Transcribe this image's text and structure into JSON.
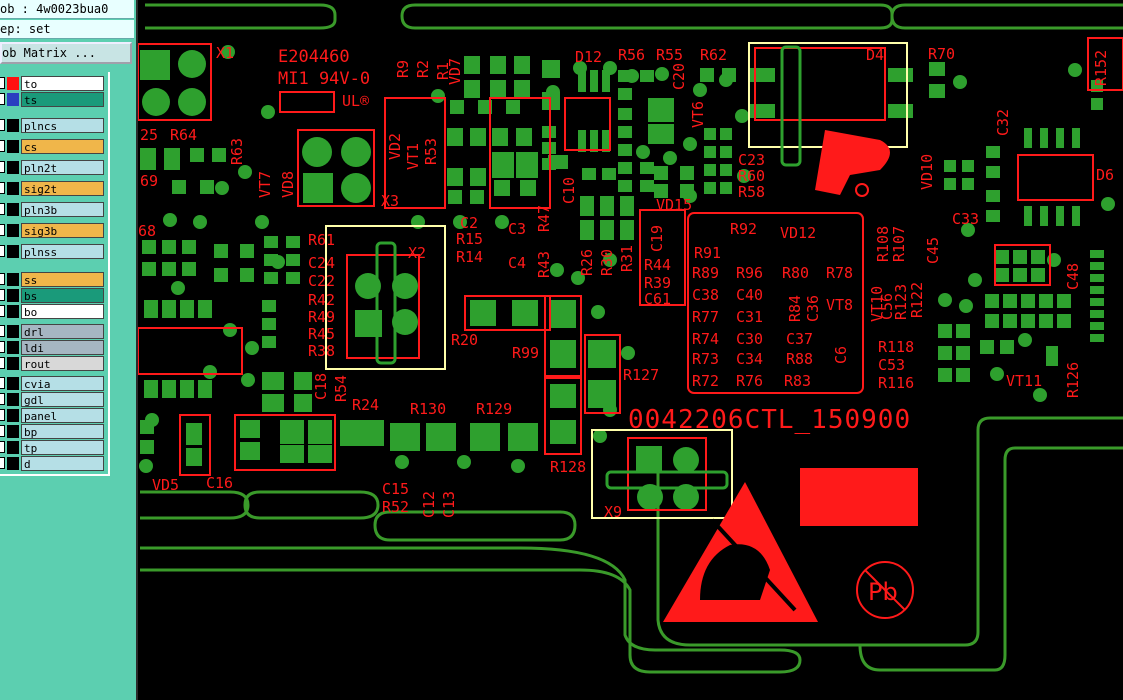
{
  "panel": {
    "job_line": "ob : 4w0023bua0",
    "step_line": "ep: set",
    "matrix_button": "ob Matrix ..."
  },
  "layers": [
    {
      "name": "to",
      "bg": "#ffffff",
      "swatch": "#ff1010"
    },
    {
      "name": "ts",
      "bg": "#1a9a7a",
      "swatch": "#2a40c0"
    },
    {
      "name": "plncs",
      "bg": "#b5dfe6",
      "swatch": "#000000"
    },
    {
      "name": "cs",
      "bg": "#f0b64a",
      "swatch": "#000000"
    },
    {
      "name": "pln2t",
      "bg": "#b5dfe6",
      "swatch": "#000000"
    },
    {
      "name": "sig2t",
      "bg": "#f0b64a",
      "swatch": "#000000"
    },
    {
      "name": "pln3b",
      "bg": "#b5dfe6",
      "swatch": "#000000"
    },
    {
      "name": "sig3b",
      "bg": "#f0b64a",
      "swatch": "#000000"
    },
    {
      "name": "plnss",
      "bg": "#b5dfe6",
      "swatch": "#000000"
    },
    {
      "name": "ss",
      "bg": "#f0b64a",
      "swatch": "#000000"
    },
    {
      "name": "bs",
      "bg": "#1a9a7a",
      "swatch": "#000000"
    },
    {
      "name": "bo",
      "bg": "#ffffff",
      "swatch": "#000000"
    },
    {
      "name": "drl",
      "bg": "#a6b6c2",
      "swatch": "#000000"
    },
    {
      "name": "ldi",
      "bg": "#a6b6c2",
      "swatch": "#000000"
    },
    {
      "name": "rout",
      "bg": "#d8d8d8",
      "swatch": "#000000"
    },
    {
      "name": "cvia",
      "bg": "#b5dfe6",
      "swatch": "#000000"
    },
    {
      "name": "gdl",
      "bg": "#b5dfe6",
      "swatch": "#000000"
    },
    {
      "name": "panel",
      "bg": "#b5dfe6",
      "swatch": "#000000"
    },
    {
      "name": "bp",
      "bg": "#b5dfe6",
      "swatch": "#000000"
    },
    {
      "name": "tp",
      "bg": "#b5dfe6",
      "swatch": "#000000"
    },
    {
      "name": "d",
      "bg": "#b5dfe6",
      "swatch": "#000000"
    }
  ],
  "colors": {
    "silkscreen": "#ff1a1a",
    "copper": "#2ea02e",
    "outline": "#3a9a2a",
    "highlight": "#ffffaa",
    "background": "#000000"
  },
  "board": {
    "ul_number": "E204460",
    "ul_rating": "MI1 94V-0",
    "part_number": "0042206CTL_150900",
    "ul_mark": "UL®",
    "pb_mark": "Pb"
  },
  "components": [
    {
      "id": "x1",
      "label": "X1"
    },
    {
      "id": "x2",
      "label": "X2"
    },
    {
      "id": "x3",
      "label": "X3"
    },
    {
      "id": "x9",
      "label": "X9"
    },
    {
      "id": "d4",
      "label": "D4"
    },
    {
      "id": "d6",
      "label": "D6"
    },
    {
      "id": "d12",
      "label": "D12"
    },
    {
      "id": "vd2",
      "label": "VD2"
    },
    {
      "id": "vd5",
      "label": "VD5"
    },
    {
      "id": "vd7",
      "label": "VD7"
    },
    {
      "id": "vd8",
      "label": "VD8"
    },
    {
      "id": "vd10",
      "label": "VD10"
    },
    {
      "id": "vd12",
      "label": "VD12"
    },
    {
      "id": "vd15",
      "label": "VD15"
    },
    {
      "id": "vt1",
      "label": "VT1"
    },
    {
      "id": "vt6",
      "label": "VT6"
    },
    {
      "id": "vt7",
      "label": "VT7"
    },
    {
      "id": "vt8",
      "label": "VT8"
    },
    {
      "id": "vt10",
      "label": "VT10"
    },
    {
      "id": "vt11",
      "label": "VT11"
    },
    {
      "id": "r1",
      "label": "R1"
    },
    {
      "id": "r2",
      "label": "R2"
    },
    {
      "id": "r9",
      "label": "R9"
    },
    {
      "id": "r14",
      "label": "R14"
    },
    {
      "id": "r15",
      "label": "R15"
    },
    {
      "id": "r20",
      "label": "R20"
    },
    {
      "id": "r24",
      "label": "R24"
    },
    {
      "id": "r26",
      "label": "R26"
    },
    {
      "id": "r30",
      "label": "R30"
    },
    {
      "id": "r31",
      "label": "R31"
    },
    {
      "id": "r38",
      "label": "R38"
    },
    {
      "id": "r39",
      "label": "R39"
    },
    {
      "id": "r42",
      "label": "R42"
    },
    {
      "id": "r43",
      "label": "R43"
    },
    {
      "id": "r44",
      "label": "R44"
    },
    {
      "id": "r45",
      "label": "R45"
    },
    {
      "id": "r47",
      "label": "R47"
    },
    {
      "id": "r49",
      "label": "R49"
    },
    {
      "id": "r52",
      "label": "R52"
    },
    {
      "id": "r53",
      "label": "R53"
    },
    {
      "id": "r54",
      "label": "R54"
    },
    {
      "id": "r55",
      "label": "R55"
    },
    {
      "id": "r56",
      "label": "R56"
    },
    {
      "id": "r58",
      "label": "R58"
    },
    {
      "id": "r60",
      "label": "R60"
    },
    {
      "id": "r61",
      "label": "R61"
    },
    {
      "id": "r62",
      "label": "R62"
    },
    {
      "id": "r63",
      "label": "R63"
    },
    {
      "id": "r64",
      "label": "R64"
    },
    {
      "id": "r70",
      "label": "R70"
    },
    {
      "id": "r72",
      "label": "R72"
    },
    {
      "id": "r73",
      "label": "R73"
    },
    {
      "id": "r74",
      "label": "R74"
    },
    {
      "id": "r76",
      "label": "R76"
    },
    {
      "id": "r77",
      "label": "R77"
    },
    {
      "id": "r78",
      "label": "R78"
    },
    {
      "id": "r80",
      "label": "R80"
    },
    {
      "id": "r83",
      "label": "R83"
    },
    {
      "id": "r84",
      "label": "R84"
    },
    {
      "id": "r88",
      "label": "R88"
    },
    {
      "id": "r89",
      "label": "R89"
    },
    {
      "id": "r91",
      "label": "R91"
    },
    {
      "id": "r92",
      "label": "R92"
    },
    {
      "id": "r96",
      "label": "R96"
    },
    {
      "id": "r99",
      "label": "R99"
    },
    {
      "id": "r107",
      "label": "R107"
    },
    {
      "id": "r108",
      "label": "R108"
    },
    {
      "id": "r116",
      "label": "R116"
    },
    {
      "id": "r118",
      "label": "R118"
    },
    {
      "id": "r122",
      "label": "R122"
    },
    {
      "id": "r123",
      "label": "R123"
    },
    {
      "id": "r126",
      "label": "R126"
    },
    {
      "id": "r127",
      "label": "R127"
    },
    {
      "id": "r128",
      "label": "R128"
    },
    {
      "id": "r129",
      "label": "R129"
    },
    {
      "id": "r130",
      "label": "R130"
    },
    {
      "id": "r152",
      "label": "R152"
    },
    {
      "id": "c2",
      "label": "C2"
    },
    {
      "id": "c3",
      "label": "C3"
    },
    {
      "id": "c4",
      "label": "C4"
    },
    {
      "id": "c6",
      "label": "C6"
    },
    {
      "id": "c10",
      "label": "C10"
    },
    {
      "id": "c12",
      "label": "C12"
    },
    {
      "id": "c13",
      "label": "C13"
    },
    {
      "id": "c15",
      "label": "C15"
    },
    {
      "id": "c16",
      "label": "C16"
    },
    {
      "id": "c18",
      "label": "C18"
    },
    {
      "id": "c19",
      "label": "C19"
    },
    {
      "id": "c20",
      "label": "C20"
    },
    {
      "id": "c22",
      "label": "C22"
    },
    {
      "id": "c23",
      "label": "C23"
    },
    {
      "id": "c24",
      "label": "C24"
    },
    {
      "id": "c30",
      "label": "C30"
    },
    {
      "id": "c31",
      "label": "C31"
    },
    {
      "id": "c32",
      "label": "C32"
    },
    {
      "id": "c33",
      "label": "C33"
    },
    {
      "id": "c34",
      "label": "C34"
    },
    {
      "id": "c36",
      "label": "C36"
    },
    {
      "id": "c37",
      "label": "C37"
    },
    {
      "id": "c38",
      "label": "C38"
    },
    {
      "id": "c40",
      "label": "C40"
    },
    {
      "id": "c45",
      "label": "C45"
    },
    {
      "id": "c48",
      "label": "C48"
    },
    {
      "id": "c53",
      "label": "C53"
    },
    {
      "id": "c56",
      "label": "C56"
    },
    {
      "id": "c61",
      "label": "C61"
    },
    {
      "id": "lbl25",
      "label": "25"
    },
    {
      "id": "lbl69",
      "label": "69"
    },
    {
      "id": "lbl68",
      "label": "68"
    }
  ]
}
